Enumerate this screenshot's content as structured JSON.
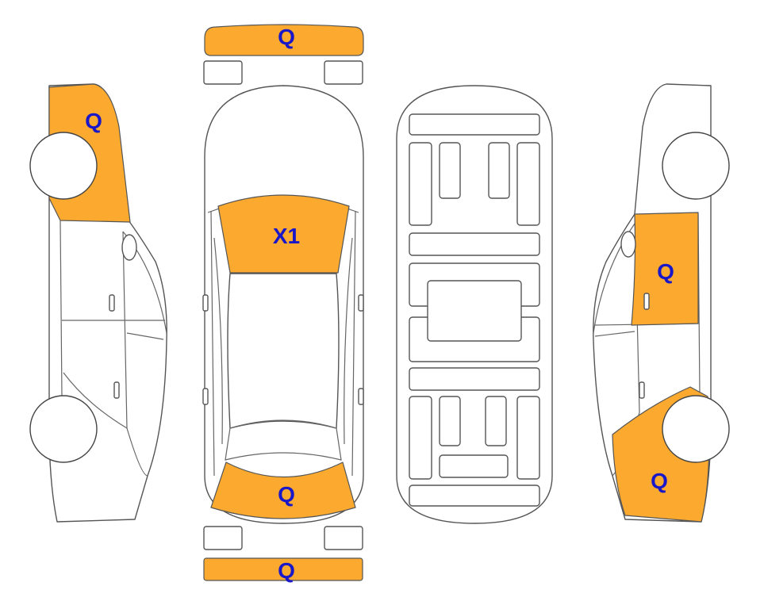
{
  "colors": {
    "damage": "#FBAA2F",
    "label": "#1A17C8",
    "outline": "#555555"
  },
  "markers": {
    "front_bumper": "Q",
    "left_front": "Q",
    "hood": "X1",
    "trunk": "Q",
    "rear_bumper": "Q",
    "right_rear_door": "Q",
    "right_rear": "Q"
  }
}
